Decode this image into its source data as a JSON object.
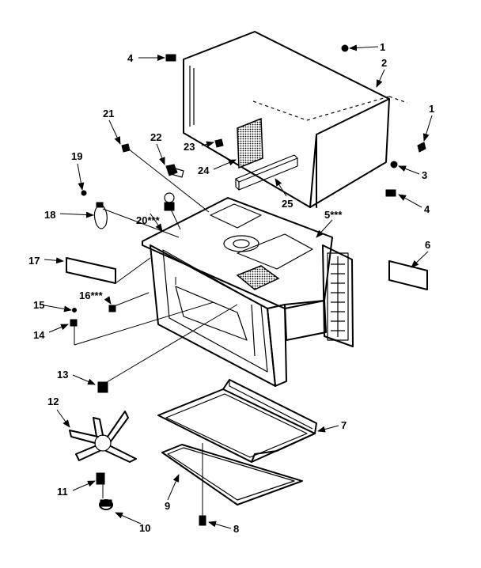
{
  "diagram": {
    "labels": {
      "p1a": "1",
      "p1b": "1",
      "p2": "2",
      "p3": "3",
      "p4a": "4",
      "p4b": "4",
      "p5": "5***",
      "p6": "6",
      "p7": "7",
      "p8": "8",
      "p9": "9",
      "p10": "10",
      "p11": "11",
      "p12": "12",
      "p13": "13",
      "p14": "14",
      "p15": "15",
      "p16": "16***",
      "p17": "17",
      "p18": "18",
      "p19": "19",
      "p20": "20***",
      "p21": "21",
      "p22": "22",
      "p23": "23",
      "p24": "24",
      "p25": "25"
    }
  }
}
